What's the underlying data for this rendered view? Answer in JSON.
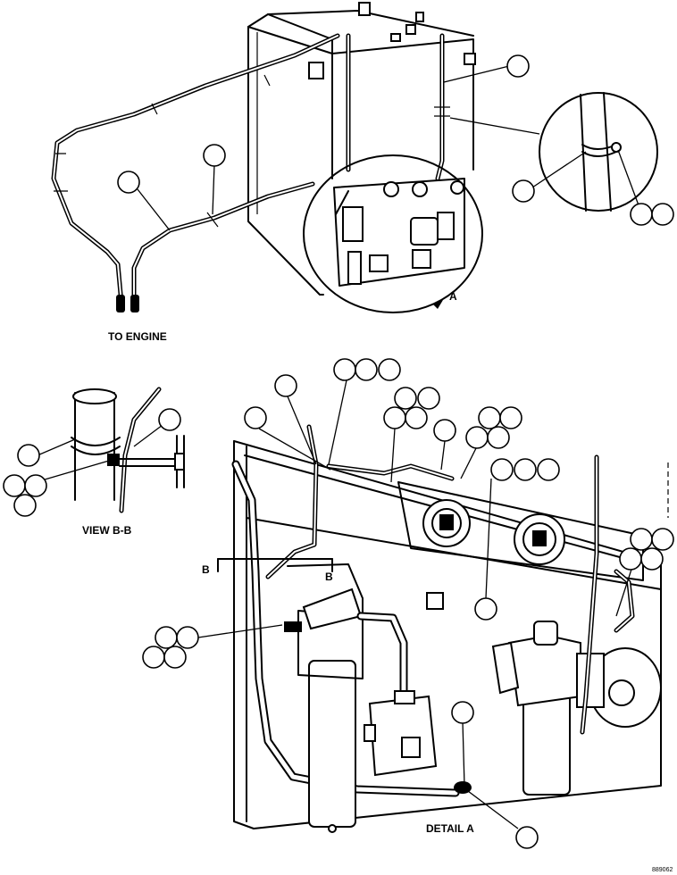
{
  "labels": {
    "to_engine": "TO ENGINE",
    "view_bb": "VIEW B-B",
    "detail_a": "DETAIL A",
    "ref_a": "A",
    "section_b_left": "B",
    "section_b_right": "B",
    "figure_number": "889062"
  }
}
